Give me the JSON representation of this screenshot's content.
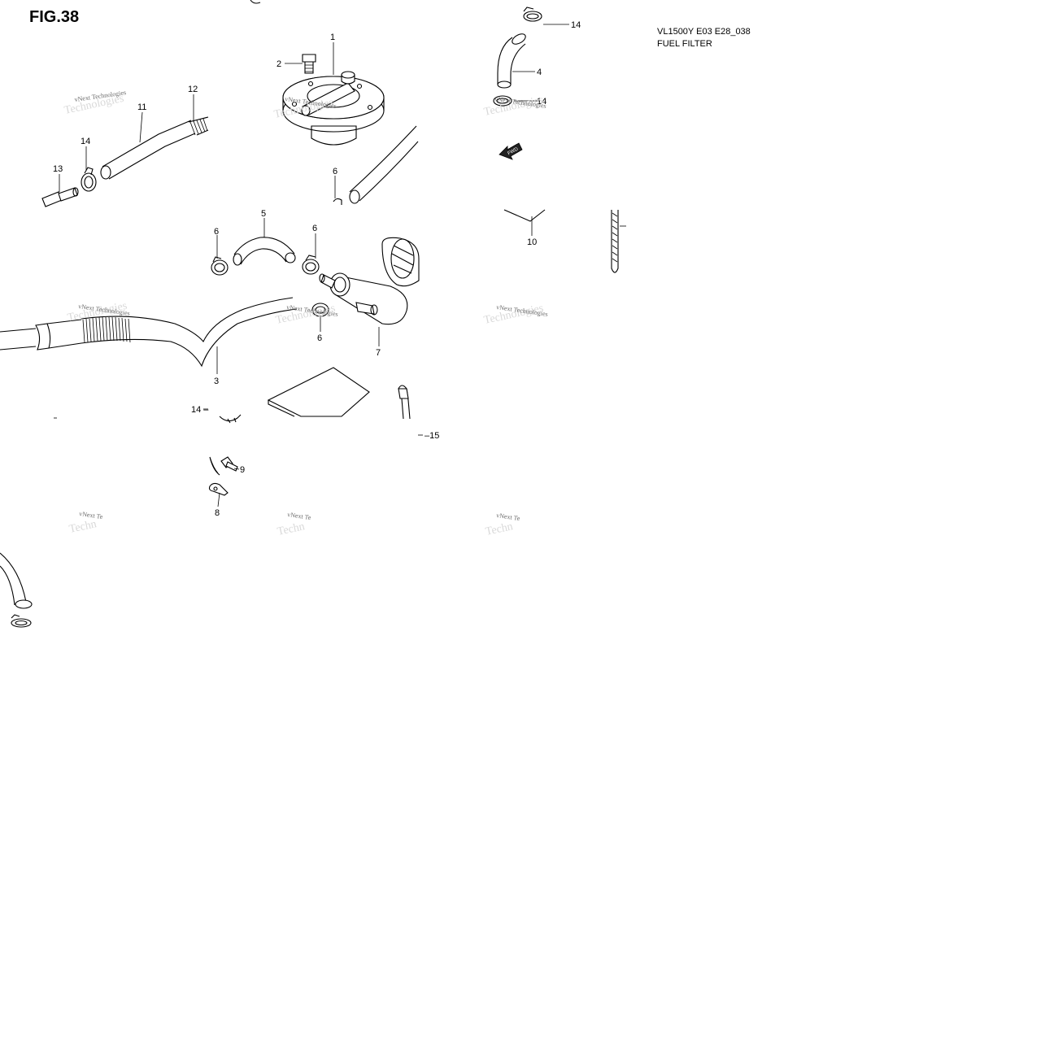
{
  "figure": {
    "title": "FIG.38",
    "model_code": "VL1500Y E03 E28_038",
    "subtitle": "FUEL FILTER"
  },
  "callouts": [
    {
      "id": "c1",
      "label": "1"
    },
    {
      "id": "c2",
      "label": "2"
    },
    {
      "id": "c3",
      "label": "3"
    },
    {
      "id": "c4",
      "label": "4"
    },
    {
      "id": "c5",
      "label": "5"
    },
    {
      "id": "c6a",
      "label": "6"
    },
    {
      "id": "c6b",
      "label": "6"
    },
    {
      "id": "c6c",
      "label": "6"
    },
    {
      "id": "c6d",
      "label": "6"
    },
    {
      "id": "c7",
      "label": "7"
    },
    {
      "id": "c8",
      "label": "8"
    },
    {
      "id": "c9",
      "label": "9"
    },
    {
      "id": "c10",
      "label": "10"
    },
    {
      "id": "c11",
      "label": "11"
    },
    {
      "id": "c12",
      "label": "12"
    },
    {
      "id": "c13",
      "label": "13"
    },
    {
      "id": "c14a",
      "label": "14"
    },
    {
      "id": "c14b",
      "label": "14"
    },
    {
      "id": "c14c",
      "label": "14"
    },
    {
      "id": "c14d",
      "label": "14"
    },
    {
      "id": "c15",
      "label": "15"
    }
  ],
  "fwd_arrow_label": "FWD",
  "watermark": {
    "text": "vNext Technologies",
    "text_cut": "vNext Te",
    "under_text": "Technologies",
    "under_text_cut": "Techn"
  },
  "colors": {
    "line": "#000000",
    "watermark": "#6b6b6b",
    "background": "#ffffff"
  }
}
